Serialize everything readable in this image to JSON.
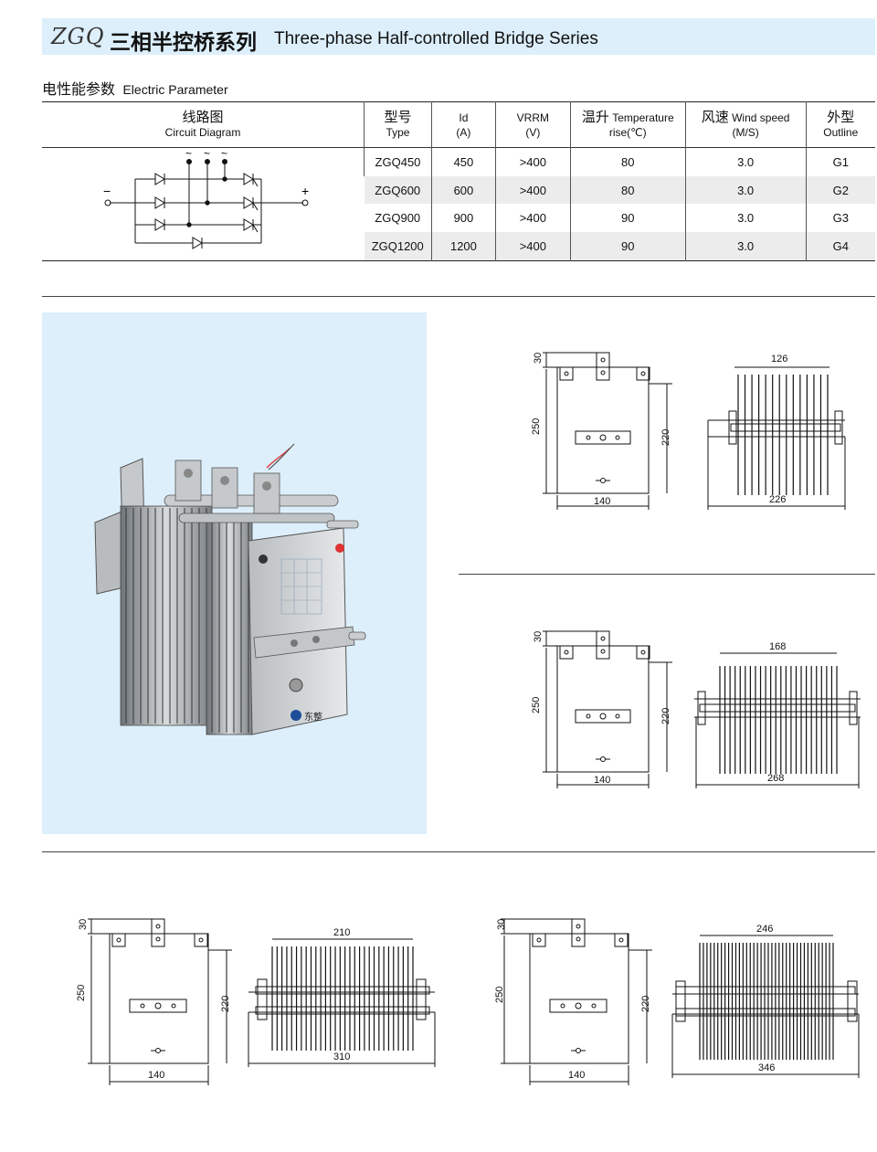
{
  "header": {
    "logo_text": "ZGQ",
    "title_zh": "三相半控桥系列",
    "title_en": "Three-phase Half-controlled Bridge Series"
  },
  "section": {
    "title_zh": "电性能参数",
    "title_en": "Electric Parameter"
  },
  "table": {
    "headers": [
      {
        "zh": "线路图",
        "en": "Circuit Diagram"
      },
      {
        "zh": "型号",
        "en": "Type"
      },
      {
        "zh": "Id",
        "en": "(A)"
      },
      {
        "zh": "VRRM",
        "en": "(V)"
      },
      {
        "zh": "温升",
        "en_inline": "Temperature",
        "en": "rise(℃)"
      },
      {
        "zh": "风速",
        "en_inline": "Wind speed",
        "en": "(M/S)"
      },
      {
        "zh": "外型",
        "en": "Outline"
      }
    ],
    "rows": [
      {
        "type": "ZGQ450",
        "id": "450",
        "vrrm": ">400",
        "temp": "80",
        "wind": "3.0",
        "outline": "G1"
      },
      {
        "type": "ZGQ600",
        "id": "600",
        "vrrm": ">400",
        "temp": "80",
        "wind": "3.0",
        "outline": "G2"
      },
      {
        "type": "ZGQ900",
        "id": "900",
        "vrrm": ">400",
        "temp": "90",
        "wind": "3.0",
        "outline": "G3"
      },
      {
        "type": "ZGQ1200",
        "id": "1200",
        "vrrm": ">400",
        "temp": "90",
        "wind": "3.0",
        "outline": "G4"
      }
    ],
    "circuit": {
      "minus": "−",
      "plus": "+",
      "ac": "~"
    }
  },
  "photo": {
    "brand_text": "东整"
  },
  "drawings": [
    {
      "h_total": "250",
      "h_top": "30",
      "h_plate": "220",
      "w_front": "140",
      "w_fin": "126",
      "w_side": "226"
    },
    {
      "h_total": "250",
      "h_top": "30",
      "h_plate": "220",
      "w_front": "140",
      "w_fin": "168",
      "w_side": "268"
    },
    {
      "h_total": "250",
      "h_top": "30",
      "h_plate": "220",
      "w_front": "140",
      "w_fin": "210",
      "w_side": "310"
    },
    {
      "h_total": "250",
      "h_top": "30",
      "h_plate": "220",
      "w_front": "140",
      "w_fin": "246",
      "w_side": "346"
    }
  ],
  "colors": {
    "banner": "#ddeffb",
    "photo_bg": "#ddeffb",
    "row_alt": "#ececec"
  }
}
